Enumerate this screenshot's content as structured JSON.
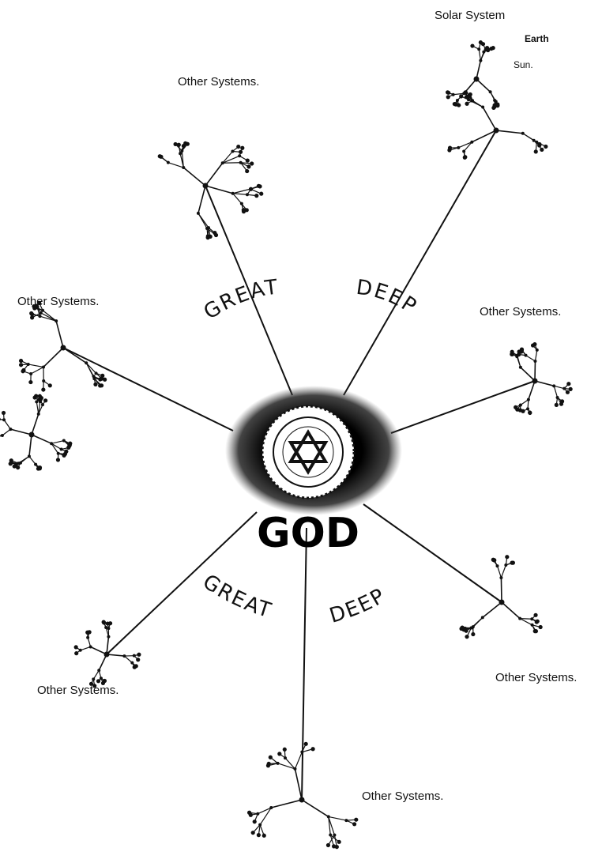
{
  "labels": {
    "solar_system": "Solar System",
    "earth": "Earth",
    "sun": "Sun.",
    "other_top": "Other Systems.",
    "other_left": "Other Systems.",
    "other_right": "Other Systems.",
    "other_lower_left": "Other Systems.",
    "other_lower_right": "Other Systems.",
    "other_bottom": "Other Systems."
  },
  "center": {
    "name": "GOD"
  },
  "arc_text": {
    "upper_left": "GREAT",
    "upper_right": "DEEP",
    "lower_left": "GREAT",
    "lower_right": "DEEP"
  },
  "colors": {
    "ink": "#111111",
    "paper": "#ffffff"
  }
}
